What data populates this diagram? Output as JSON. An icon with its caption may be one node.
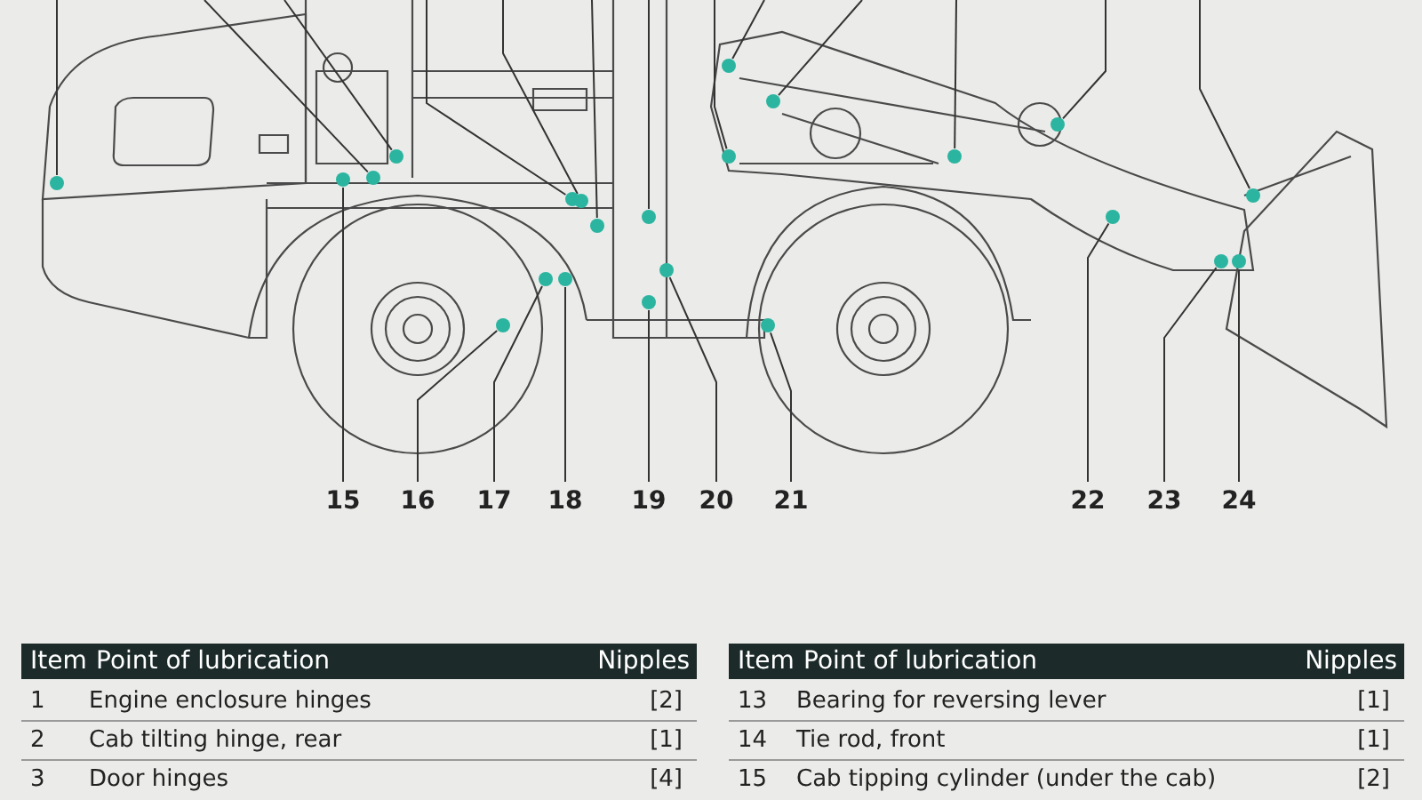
{
  "diagram": {
    "nodes": [
      {
        "text": [
          "15"
        ]
      },
      {
        "text": [
          "16"
        ]
      },
      {
        "text": [
          "17"
        ]
      },
      {
        "text": [
          "18"
        ]
      },
      {
        "text": [
          "19"
        ]
      },
      {
        "text": [
          "20"
        ]
      },
      {
        "text": [
          "21"
        ]
      },
      {
        "text": [
          "22"
        ]
      },
      {
        "text": [
          "23"
        ]
      },
      {
        "text": [
          "24"
        ]
      },
      {
        "text": [],
        "shape": "circle"
      },
      {
        "text": [],
        "shape": "circle"
      },
      {
        "text": [],
        "shape": "circle"
      },
      {
        "text": [],
        "shape": "circle"
      },
      {
        "text": [],
        "shape": "circle"
      },
      {
        "text": [],
        "shape": "circle"
      },
      {
        "text": [],
        "shape": "circle"
      },
      {
        "text": [],
        "shape": "circle"
      },
      {
        "text": [],
        "shape": "circle"
      },
      {
        "text": [],
        "shape": "circle"
      },
      {
        "text": [],
        "shape": "circle"
      },
      {
        "text": [],
        "shape": "circle"
      },
      {
        "text": [],
        "shape": "circle"
      },
      {
        "text": [],
        "shape": "circle"
      },
      {
        "text": [],
        "shape": "circle"
      },
      {
        "text": [],
        "shape": "circle"
      },
      {
        "text": [],
        "shape": "circle"
      },
      {
        "text": [],
        "shape": "circle"
      },
      {
        "text": [],
        "shape": "circle"
      },
      {
        "text": [],
        "shape": "circle"
      },
      {
        "text": [],
        "shape": "circle"
      },
      {
        "text": [],
        "shape": "circle"
      },
      {
        "text": [],
        "shape": "circle"
      }
    ],
    "edges": [
      {
        "from": 0,
        "to": 10,
        "arrow": "none"
      },
      {
        "from": 1,
        "to": 11,
        "arrow": "none"
      },
      {
        "from": 2,
        "to": 12,
        "arrow": "none"
      },
      {
        "from": 3,
        "to": 13,
        "arrow": "none"
      },
      {
        "from": 4,
        "to": 14,
        "arrow": "none"
      },
      {
        "from": 5,
        "to": 15,
        "arrow": "none"
      },
      {
        "from": 6,
        "to": 16,
        "arrow": "none"
      },
      {
        "from": 7,
        "to": 17,
        "arrow": "none"
      },
      {
        "from": 8,
        "to": 18,
        "arrow": "none"
      },
      {
        "from": 9,
        "to": 19,
        "arrow": "none"
      },
      {
        "from": null,
        "to": 20,
        "arrow": "none"
      },
      {
        "from": null,
        "to": 21,
        "arrow": "none"
      },
      {
        "from": null,
        "to": 22,
        "arrow": "none"
      },
      {
        "from": null,
        "to": 23,
        "arrow": "none"
      },
      {
        "from": null,
        "to": 24,
        "arrow": "none"
      },
      {
        "from": null,
        "to": 25,
        "arrow": "none"
      },
      {
        "from": null,
        "to": 26,
        "arrow": "none"
      },
      {
        "from": null,
        "to": 27,
        "arrow": "none"
      },
      {
        "from": null,
        "to": 28,
        "arrow": "none"
      },
      {
        "from": null,
        "to": 29,
        "arrow": "none"
      },
      {
        "from": null,
        "to": 30,
        "arrow": "none"
      },
      {
        "from": null,
        "to": 31,
        "arrow": "none"
      },
      {
        "from": null,
        "to": 32,
        "arrow": "none"
      }
    ],
    "labels": [
      "Item",
      "Point of lubrication",
      "Nipples",
      "1",
      "Engine enclosure hinges",
      "[2]",
      "2",
      "Cab tilting hinge, rear",
      "[1]",
      "3",
      "Door hinges",
      "[4]",
      "Item",
      "Point of lubrication",
      "Nipples",
      "13",
      "Bearing for reversing lever",
      "[1]",
      "14",
      "Tie rod, front",
      "[1]",
      "15",
      "Cab tipping cylinder (under the cab)",
      "[2]"
    ]
  }
}
